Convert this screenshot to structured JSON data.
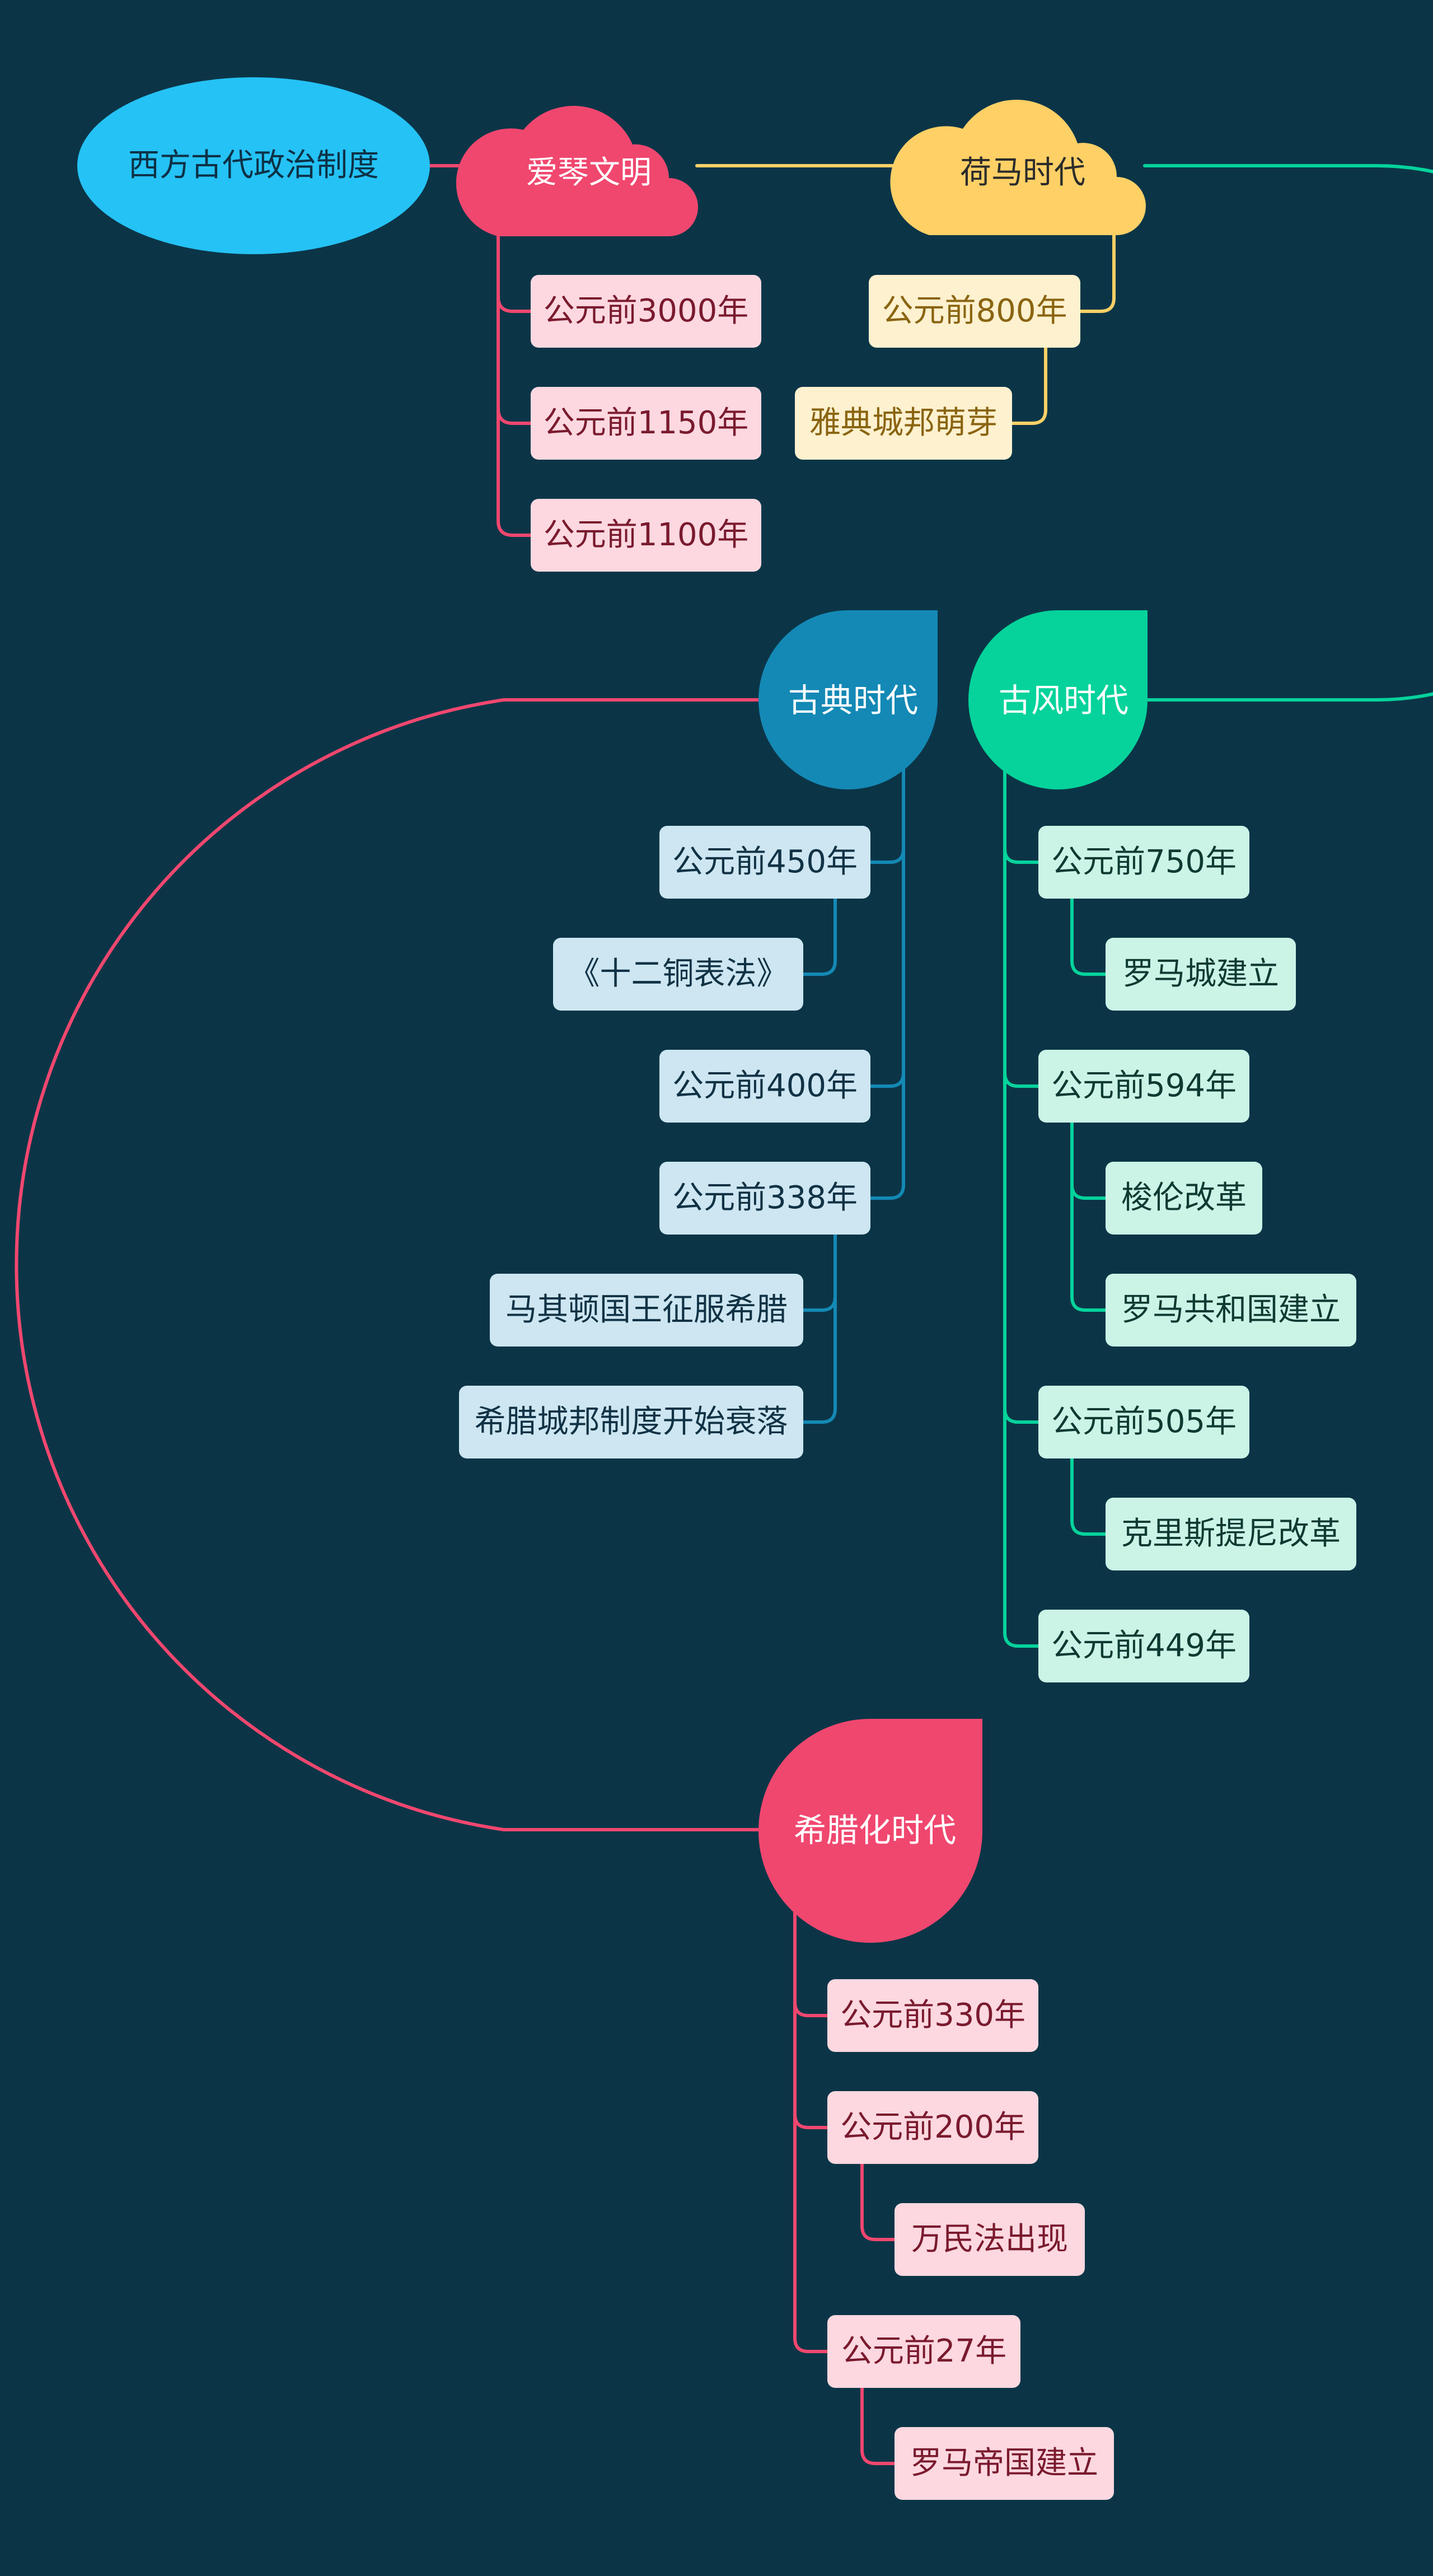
{
  "colors": {
    "background": "#0b3547",
    "root": "#25c2f5",
    "aiqin": "#f0476f",
    "homer": "#fed066",
    "classical": "#1489b5",
    "archaic": "#05d39b",
    "hellenistic": "#f0476f"
  },
  "root": {
    "label": "西方古代政治制度"
  },
  "aiqin": {
    "label": "爱琴文明",
    "items": [
      "公元前3000年",
      "公元前1150年",
      "公元前1100年"
    ]
  },
  "homer": {
    "label": "荷马时代",
    "items": [
      "公元前800年",
      "雅典城邦萌芽"
    ]
  },
  "classical": {
    "label": "古典时代",
    "items": [
      "公元前450年",
      "《十二铜表法》",
      "公元前400年",
      "公元前338年",
      "马其顿国王征服希腊",
      "希腊城邦制度开始衰落"
    ]
  },
  "archaic": {
    "label": "古风时代",
    "items": [
      "公元前750年",
      "罗马城建立",
      "公元前594年",
      "梭伦改革",
      "罗马共和国建立",
      "公元前505年",
      "克里斯提尼改革",
      "公元前449年"
    ]
  },
  "hellenistic": {
    "label": "希腊化时代",
    "items": [
      "公元前330年",
      "公元前200年",
      "万民法出现",
      "公元前27年",
      "罗马帝国建立"
    ]
  }
}
